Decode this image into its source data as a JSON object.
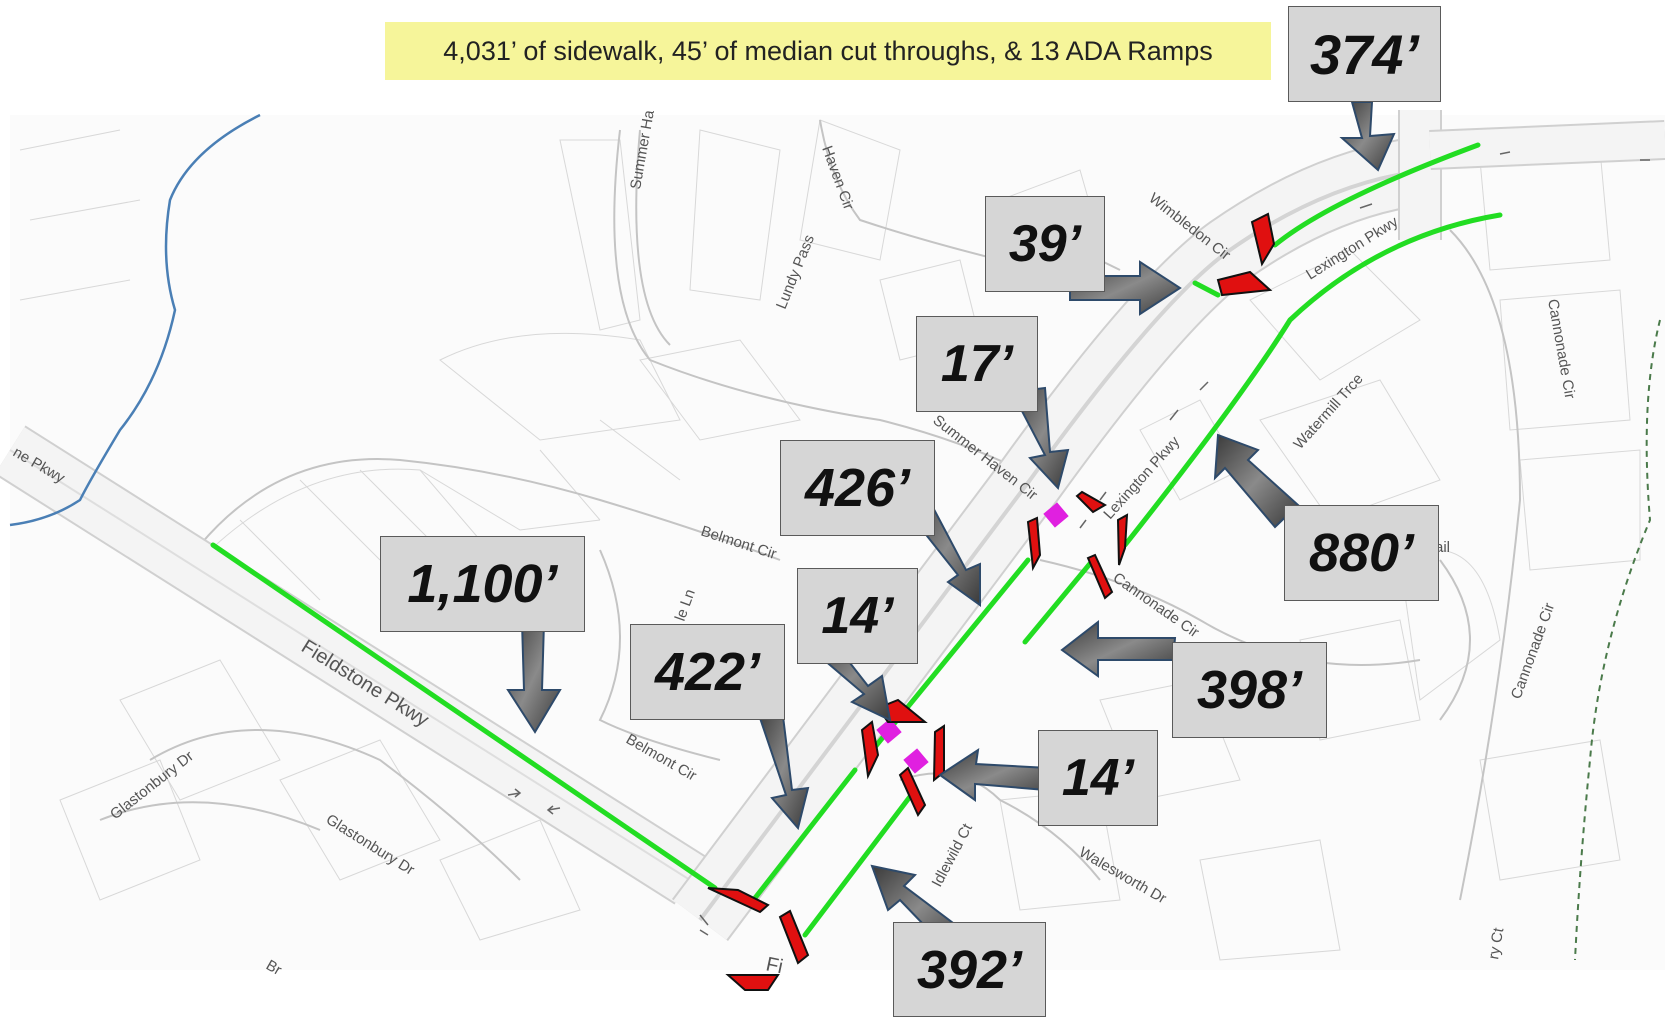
{
  "banner": "4,031’ of sidewalk, 45’ of median cut throughs, & 13 ADA Ramps",
  "callouts": {
    "c374": "374’",
    "c39": "39’",
    "c17": "17’",
    "c426": "426’",
    "c880": "880’",
    "c1100": "1,100’",
    "c14a": "14’",
    "c422": "422’",
    "c398": "398’",
    "c14b": "14’",
    "c392": "392’"
  },
  "streets": {
    "summer_ha": "Summer Ha",
    "haven_cir": "Haven Cir",
    "wimbledon_cir": "Wimbledon Cir",
    "lexington_pkwy_top": "Lexington Pkwy",
    "lundy_pass": "Lundy Pass",
    "cannonade_cir_right": "Cannonade Cir",
    "watermill_trce": "Watermill Trce",
    "summer_haven_cir": "Summer Haven Cir",
    "lexington_pkwy_mid": "Lexington Pkwy",
    "ne_pkwy": "ne Pkwy",
    "belmont_cir_top": "Belmont Cir",
    "cannonade_cir_mid": "Cannonade Cir",
    "ail": "ail",
    "le_ln": "le Ln",
    "cannonade_cir_far": "Cannonade Cir",
    "fieldstone_pkwy": "Fieldstone Pkwy",
    "belmont_cir_low": "Belmont Cir",
    "glastonbury_dr_1": "Glastonbury Dr",
    "glastonbury_dr_2": "Glastonbury Dr",
    "idlewild_ct": "Idlewild Ct",
    "walesworth_dr": "Walesworth Dr",
    "fi": "Fi",
    "ry_ct": "ry Ct",
    "br": "Br"
  },
  "colors": {
    "sidewalk": "#22dd22",
    "ada_ramp": "#e01010",
    "median_cut": "#e020e0",
    "callout_bg": "#d6d6d6",
    "banner_bg": "#f6f59a",
    "creek": "#4a7fb5",
    "arrow": "#5a5a5a"
  }
}
